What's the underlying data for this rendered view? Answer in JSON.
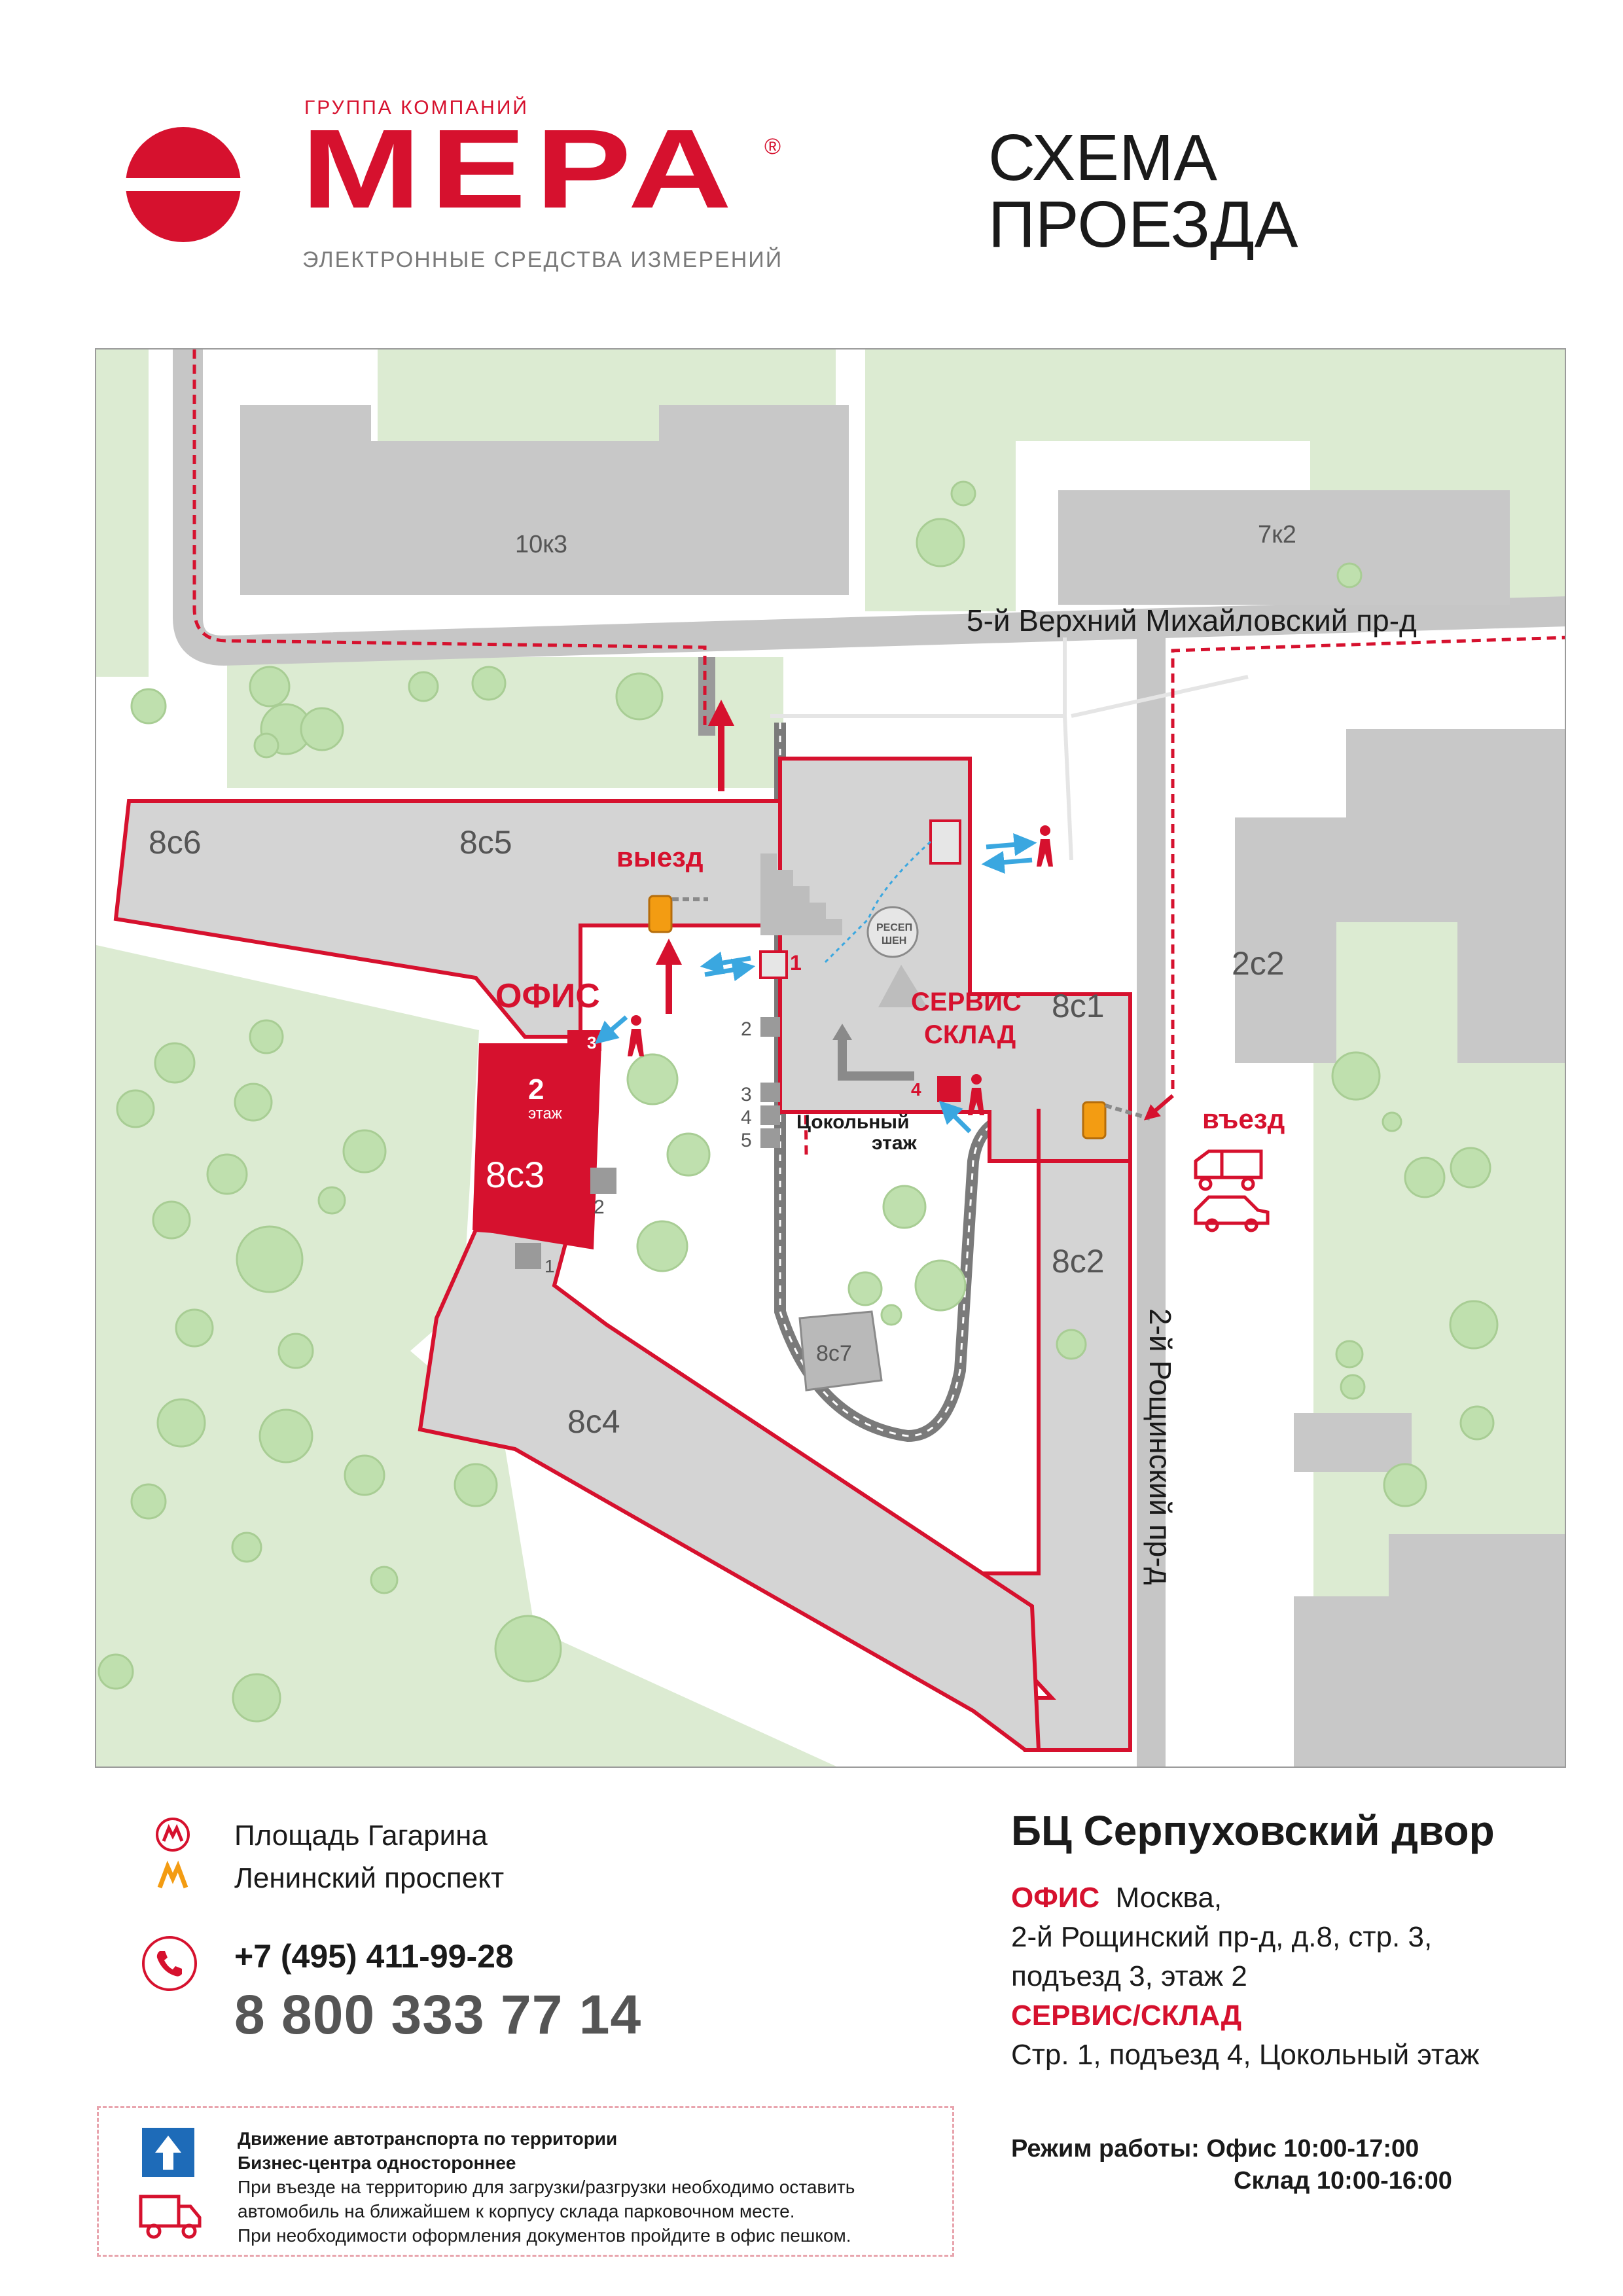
{
  "header": {
    "group_label": "ГРУППА КОМПАНИЙ",
    "brand_name": "МЕРА",
    "registered_mark": "®",
    "tagline": "ЭЛЕКТРОННЫЕ СРЕДСТВА ИЗМЕРЕНИЙ",
    "title_line1": "СХЕМА",
    "title_line2": "ПРОЕЗДА"
  },
  "map": {
    "streets": {
      "north": "5-й Верхний Михайловский пр-д",
      "east": "2-й Рощинский пр-д"
    },
    "buildings": {
      "b10k3": "10к3",
      "b7k2": "7к2",
      "b2s2": "2с2",
      "b8s6": "8с6",
      "b8s5": "8с5",
      "b8s1": "8с1",
      "b8s3": "8с3",
      "b8s4": "8с4",
      "b8s2": "8с2",
      "b8s7": "8с7"
    },
    "labels": {
      "exit": "выезд",
      "entry": "въезд",
      "office": "ОФИС",
      "service_line1": "СЕРВИС",
      "service_line2": "СКЛАД",
      "floor_num": "2",
      "floor_word": "этаж",
      "basement_line1": "Цокольный",
      "basement_line2": "этаж",
      "reception_line1": "РЕСЕП",
      "reception_line2": "ШЕН"
    },
    "entrances": [
      "1",
      "2",
      "3",
      "4",
      "5",
      "2",
      "1",
      "3",
      "4"
    ],
    "colors": {
      "road": "#c6c6c6",
      "building": "#d4d4d4",
      "greenery": "#dcebd2",
      "tree": "#bfe0ae",
      "accent": "#d6112e",
      "barrier": "#f39c12",
      "pedestrian": "#3aa7e0"
    }
  },
  "metro": {
    "station1": "Площадь Гагарина",
    "station2": "Ленинский проспект",
    "colors": {
      "station1": "#d6112e",
      "station2": "#f39c12"
    }
  },
  "contacts": {
    "phone1": "+7 (495) 411-99-28",
    "phone2": "8 800 333 77 14"
  },
  "address": {
    "bc_name": "БЦ Серпуховский двор",
    "office_label": "ОФИС",
    "office_city": "Москва,",
    "office_line2": "2-й Рощинский пр-д, д.8, стр. 3,",
    "office_line3": "подъезд 3, этаж 2",
    "service_label": "СЕРВИС/СКЛАД",
    "service_line": "Стр. 1, подъезд 4, Цокольный этаж"
  },
  "hours": {
    "label": "Режим работы:",
    "office": "Офис  10:00-17:00",
    "warehouse": "Склад 10:00-16:00"
  },
  "notice": {
    "line1": "Движение автотранспорта по территории",
    "line2": "Бизнес-центра одностороннее",
    "line3": "При въезде на территорию для загрузки/разгрузки необходимо оставить",
    "line4": "автомобиль на ближайшем к корпусу склада парковочном месте.",
    "line5": "При необходимости оформления документов пройдите в офис пешком."
  }
}
